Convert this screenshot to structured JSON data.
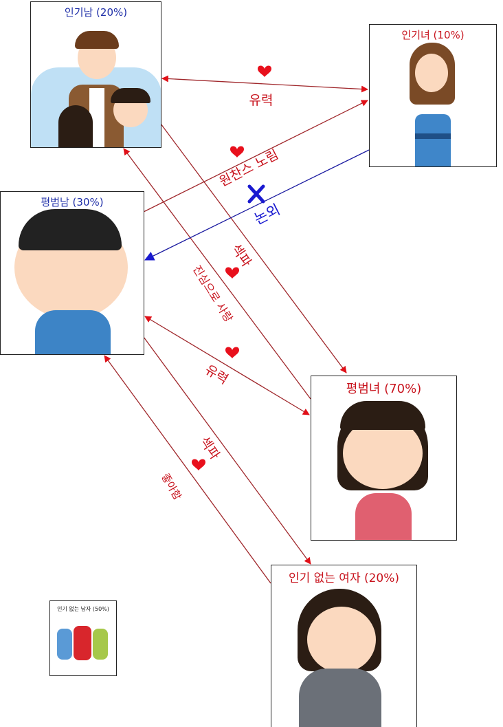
{
  "nodes": {
    "popular_man": "인기남 (20%)",
    "popular_woman": "인기녀 (10%)",
    "average_man": "평범남 (30%)",
    "average_woman": "평범녀 (70%)",
    "unpopular_woman": "인기 없는 여자 (20%)",
    "unpopular_man": "인기 없는 남자 (50%)"
  },
  "edges": {
    "popular_mutual": "유력",
    "one_chance": "원찬스 노림",
    "out_of_question": "논외",
    "fwb_popular": "섹파",
    "true_love": "진심으로 사랑",
    "average_mutual": "유력",
    "fwb_average": "섹파",
    "likes": "좋아함"
  },
  "colors": {
    "red": "#c8141e",
    "blue": "#1a1ad0",
    "line": "#a0282c"
  }
}
